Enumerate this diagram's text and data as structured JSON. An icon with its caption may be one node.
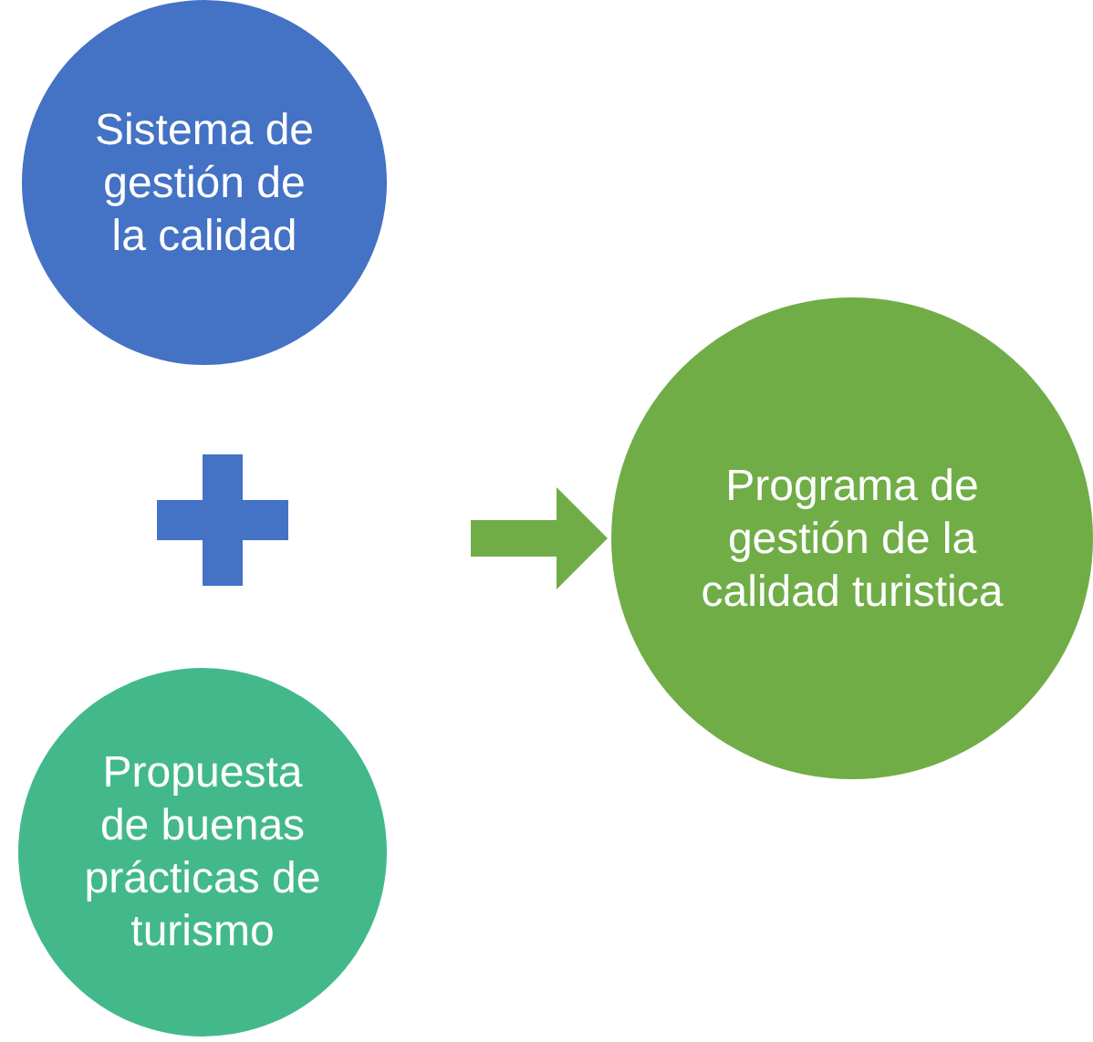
{
  "diagram": {
    "nodes": [
      {
        "text": [
          "Sistema de gestión de la calidad"
        ]
      },
      {
        "text": [
          "Propuesta de buenas prácticas de turismo"
        ]
      },
      {
        "text": [
          "Programa de gestión de la calidad turistica"
        ]
      }
    ],
    "edges": [
      {
        "from": null,
        "to": 2,
        "arrow": "to"
      }
    ]
  }
}
